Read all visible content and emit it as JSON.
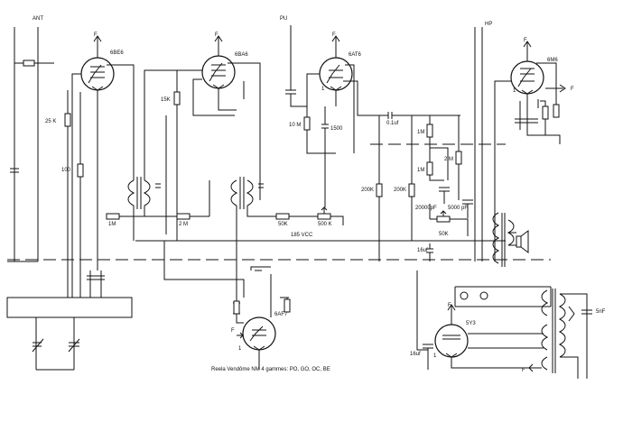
{
  "tubes": {
    "t1": "6BE6",
    "t2": "6BA6",
    "t3": "6AT6",
    "t4": "6M6",
    "t5": "6AF7",
    "t6": "5Y3"
  },
  "components": {
    "r_25k": "25 K",
    "r_100": "100",
    "r_15k": "15K",
    "r_1m_left": "1M",
    "r_2m_left": "2 M",
    "r_10m": "10 M",
    "c_1500": "1500",
    "c_01uf": "0.1uf",
    "r_1m_a": "1M",
    "r_1m_b": "1M",
    "r_2m_right": "2 M",
    "r_200k_a": "200K",
    "r_200k_b": "200K",
    "c_20000pf": "20000pF",
    "c_5000pf": "5000 pF",
    "r_50k_a": "50K",
    "r_500k": "500 K",
    "r_50k_b": "50K",
    "c_16uf_a": "16uf",
    "c_16uf_b": "16uf",
    "c_5nf": "5nF",
    "vcc": "185 VCC"
  },
  "labels": {
    "ant": "ANT",
    "pu": "PU",
    "hp": "HP",
    "f": "F",
    "one": "1"
  },
  "caption": "Reela Vendôme NM 4 gammes: PO, GO, OC, BE"
}
